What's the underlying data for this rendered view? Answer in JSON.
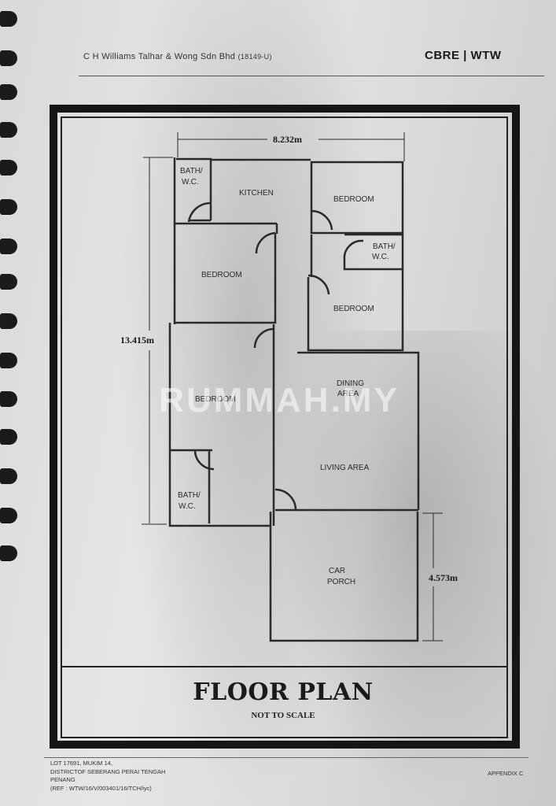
{
  "header": {
    "company": "C H Williams Talhar & Wong Sdn Bhd",
    "registration": "(18149-U)",
    "logo": "CBRE | WTW"
  },
  "plan": {
    "dimensions": {
      "width_top": "8.232m",
      "height_left": "13.415m",
      "porch_depth": "4.573m"
    },
    "rooms": {
      "bath_top_left_1": "BATH/",
      "bath_top_left_2": "W.C.",
      "kitchen": "KITCHEN",
      "bedroom_top_right": "BEDROOM",
      "bath_right_1": "BATH/",
      "bath_right_2": "W.C.",
      "bedroom_left_upper": "BEDROOM",
      "bedroom_right_lower": "BEDROOM",
      "dining_1": "DINING",
      "dining_2": "AREA",
      "bedroom_left_lower": "BEDROOM",
      "living": "LIVING AREA",
      "bath_bottom_left_1": "BATH/",
      "bath_bottom_left_2": "W.C.",
      "car_porch_1": "CAR",
      "car_porch_2": "PORCH"
    },
    "title": "FLOOR PLAN",
    "subtitle": "NOT TO SCALE"
  },
  "watermark": "RUMMAH.MY",
  "footer": {
    "line1": "LOT 17691, MUKIM 14,",
    "line2": "DISTRICTOF SEBERANG PERAI TENGAH",
    "line3": "PENANG",
    "line4": "(REF : WTW/16/V/003401/16/TCH/iyc)",
    "appendix": "APPENDIX C"
  }
}
